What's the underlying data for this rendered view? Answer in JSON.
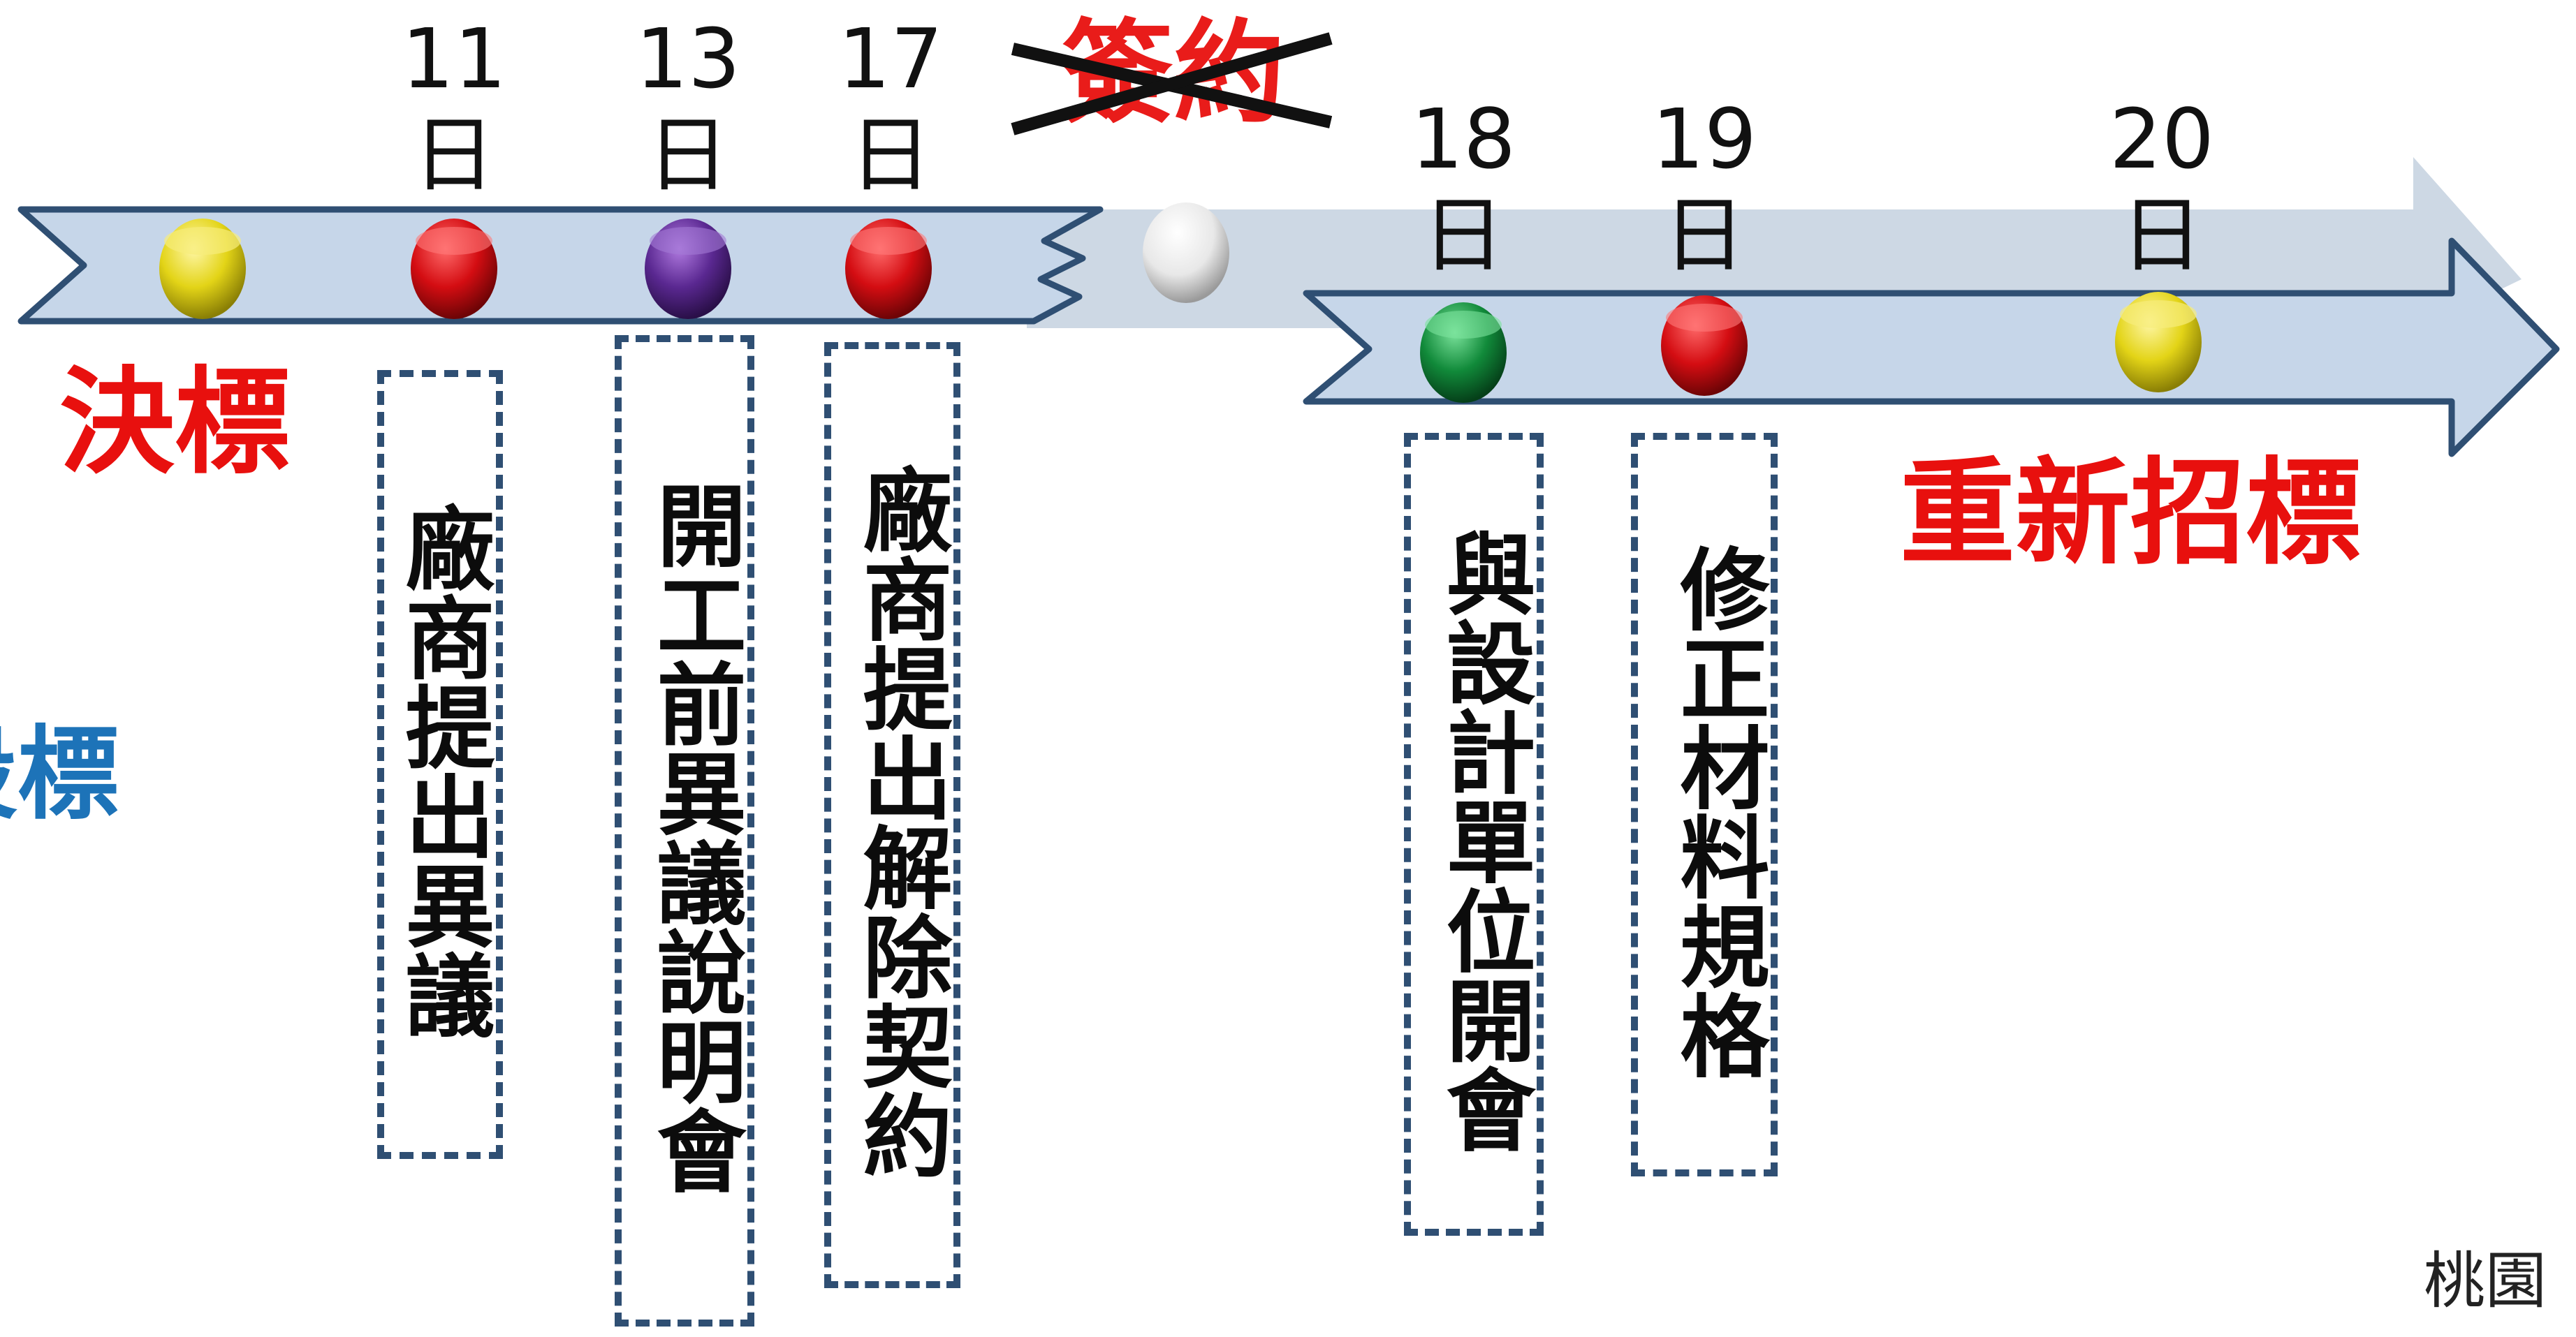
{
  "colors": {
    "arrow_fill": "#c6d6e9",
    "arrow_fill_faded": "#cdd8e4",
    "arrow_stroke": "#2f4f73",
    "red_text": "#e8100e",
    "blue_text": "#1d73b8",
    "box_border": "#2f4f73"
  },
  "labels": {
    "award": "決標",
    "rebid": "重新招標",
    "signing": "簽約",
    "bid_partial": "設標",
    "watermark": "桃園"
  },
  "events": [
    {
      "day": "11",
      "unit": "日",
      "pin_color": "#d40d12",
      "note": "廠商提出異議"
    },
    {
      "day": "13",
      "unit": "日",
      "pin_color": "#5a2891",
      "note": "開工前異議說明會"
    },
    {
      "day": "17",
      "unit": "日",
      "pin_color": "#d40d12",
      "note": "廠商提出解除契約"
    },
    {
      "day": "18",
      "unit": "日",
      "pin_color": "#118a3a",
      "note": "與設計單位開會"
    },
    {
      "day": "19",
      "unit": "日",
      "pin_color": "#d40d12",
      "note": "修正材料規格"
    },
    {
      "day": "20",
      "unit": "日",
      "pin_color": "#e3d417",
      "note": ""
    }
  ],
  "start_pin_color": "#e3d417",
  "signing_pin_color": "#e8e8e8"
}
